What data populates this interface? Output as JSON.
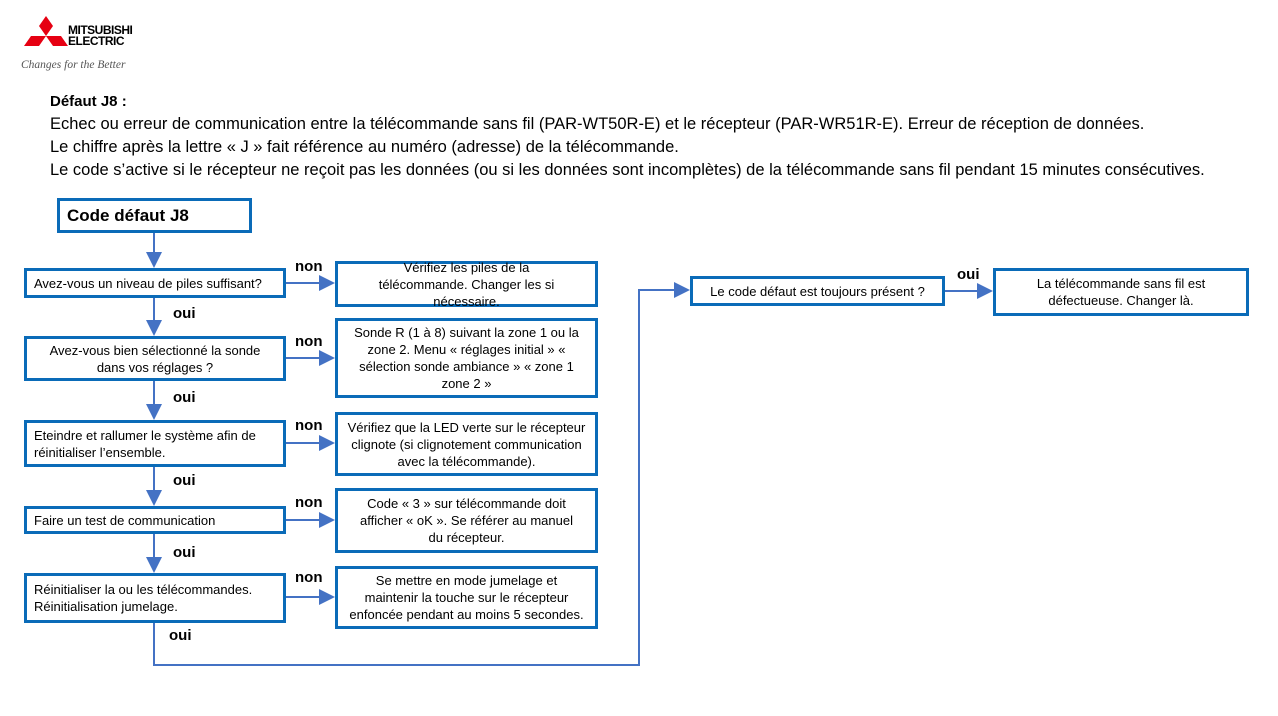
{
  "logo": {
    "brand_line1": "MITSUBISHI",
    "brand_line2": "ELECTRIC",
    "tagline": "Changes for the Better",
    "color": "#e60012"
  },
  "intro": {
    "heading": "Défaut J8 :",
    "lines": [
      "Echec ou erreur de communication entre la télécommande sans fil (PAR-WT50R-E) et le récepteur (PAR-WR51R-E). Erreur de réception de données.",
      "Le chiffre après la lettre « J » fait référence au numéro (adresse) de la télécommande.",
      "Le code s’active si le récepteur ne reçoit pas les données (ou si les données sont incomplètes) de la télécommande sans fil pendant 15 minutes consécutives."
    ]
  },
  "flow": {
    "title": "Code défaut J8",
    "yes": "oui",
    "no": "non",
    "questions": [
      "Avez-vous un niveau de piles suffisant?",
      "Avez-vous bien sélectionné la sonde dans vos réglages ?",
      "Eteindre et rallumer le système afin de réinitialiser l’ensemble.",
      "Faire un test de communication",
      "Réinitialiser la ou les télécommandes. Réinitialisation jumelage."
    ],
    "actions": [
      "Vérifiez les piles de la télécommande. Changer les si nécessaire.",
      "Sonde R (1 à 8) suivant la zone 1 ou la zone 2. Menu « réglages initial » « sélection sonde ambiance » « zone 1 zone 2 »",
      "Vérifiez que la LED verte sur le récepteur clignote (si clignotement communication avec la télécommande).",
      "Code « 3 » sur télécommande doit afficher « oK ». Se référer au manuel du récepteur.",
      "Se mettre en mode jumelage et maintenir la touche sur le récepteur enfoncée pendant au moins 5 secondes."
    ],
    "final_question": "Le code défaut est toujours présent ?",
    "final_action": "La télécommande sans fil est défectueuse. Changer là."
  }
}
